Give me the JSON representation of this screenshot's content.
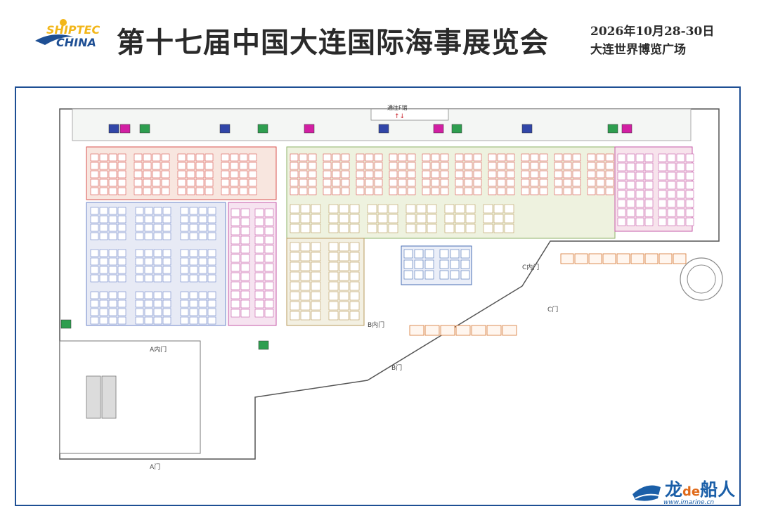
{
  "header": {
    "logo": {
      "line1": "SHIPTEC",
      "line2": "CHINA"
    },
    "title": "第十七届中国大连国际海事展览会",
    "date": "2026年10月28-30日",
    "venue": "大连世界博览广场"
  },
  "colors": {
    "frame": "#1e4f94",
    "zone_red": "#d9534f",
    "zone_blue": "#6e86c9",
    "zone_pink": "#c55aa8",
    "zone_green": "#8fb36a",
    "zone_slate": "#4a6fb5",
    "restroom_green": "#2e9e4f",
    "restroom_magenta": "#d21fa3",
    "restroom_blue": "#3146a8"
  },
  "map": {
    "connector": "通往F馆",
    "halls": [
      {
        "id": "zone-a",
        "color": "red",
        "label": "…"
      },
      {
        "id": "zone-b",
        "color": "blue",
        "label": "…"
      },
      {
        "id": "zone-c",
        "color": "pink",
        "label": "…"
      },
      {
        "id": "zone-d",
        "color": "green",
        "label": "…"
      },
      {
        "id": "zone-e",
        "color": "pink",
        "label": "…"
      }
    ],
    "gates": [
      {
        "id": "gate-a-inner",
        "label": "A内门"
      },
      {
        "id": "gate-a",
        "label": "A门"
      },
      {
        "id": "gate-b-inner",
        "label": "B内门"
      },
      {
        "id": "gate-b",
        "label": "B门"
      },
      {
        "id": "gate-c-inner",
        "label": "C内门"
      },
      {
        "id": "gate-c",
        "label": "C门"
      }
    ]
  },
  "watermark": {
    "brand_a": "龙",
    "brand_de": "de",
    "brand_b": "船人",
    "url": "www.imarine.cn"
  }
}
